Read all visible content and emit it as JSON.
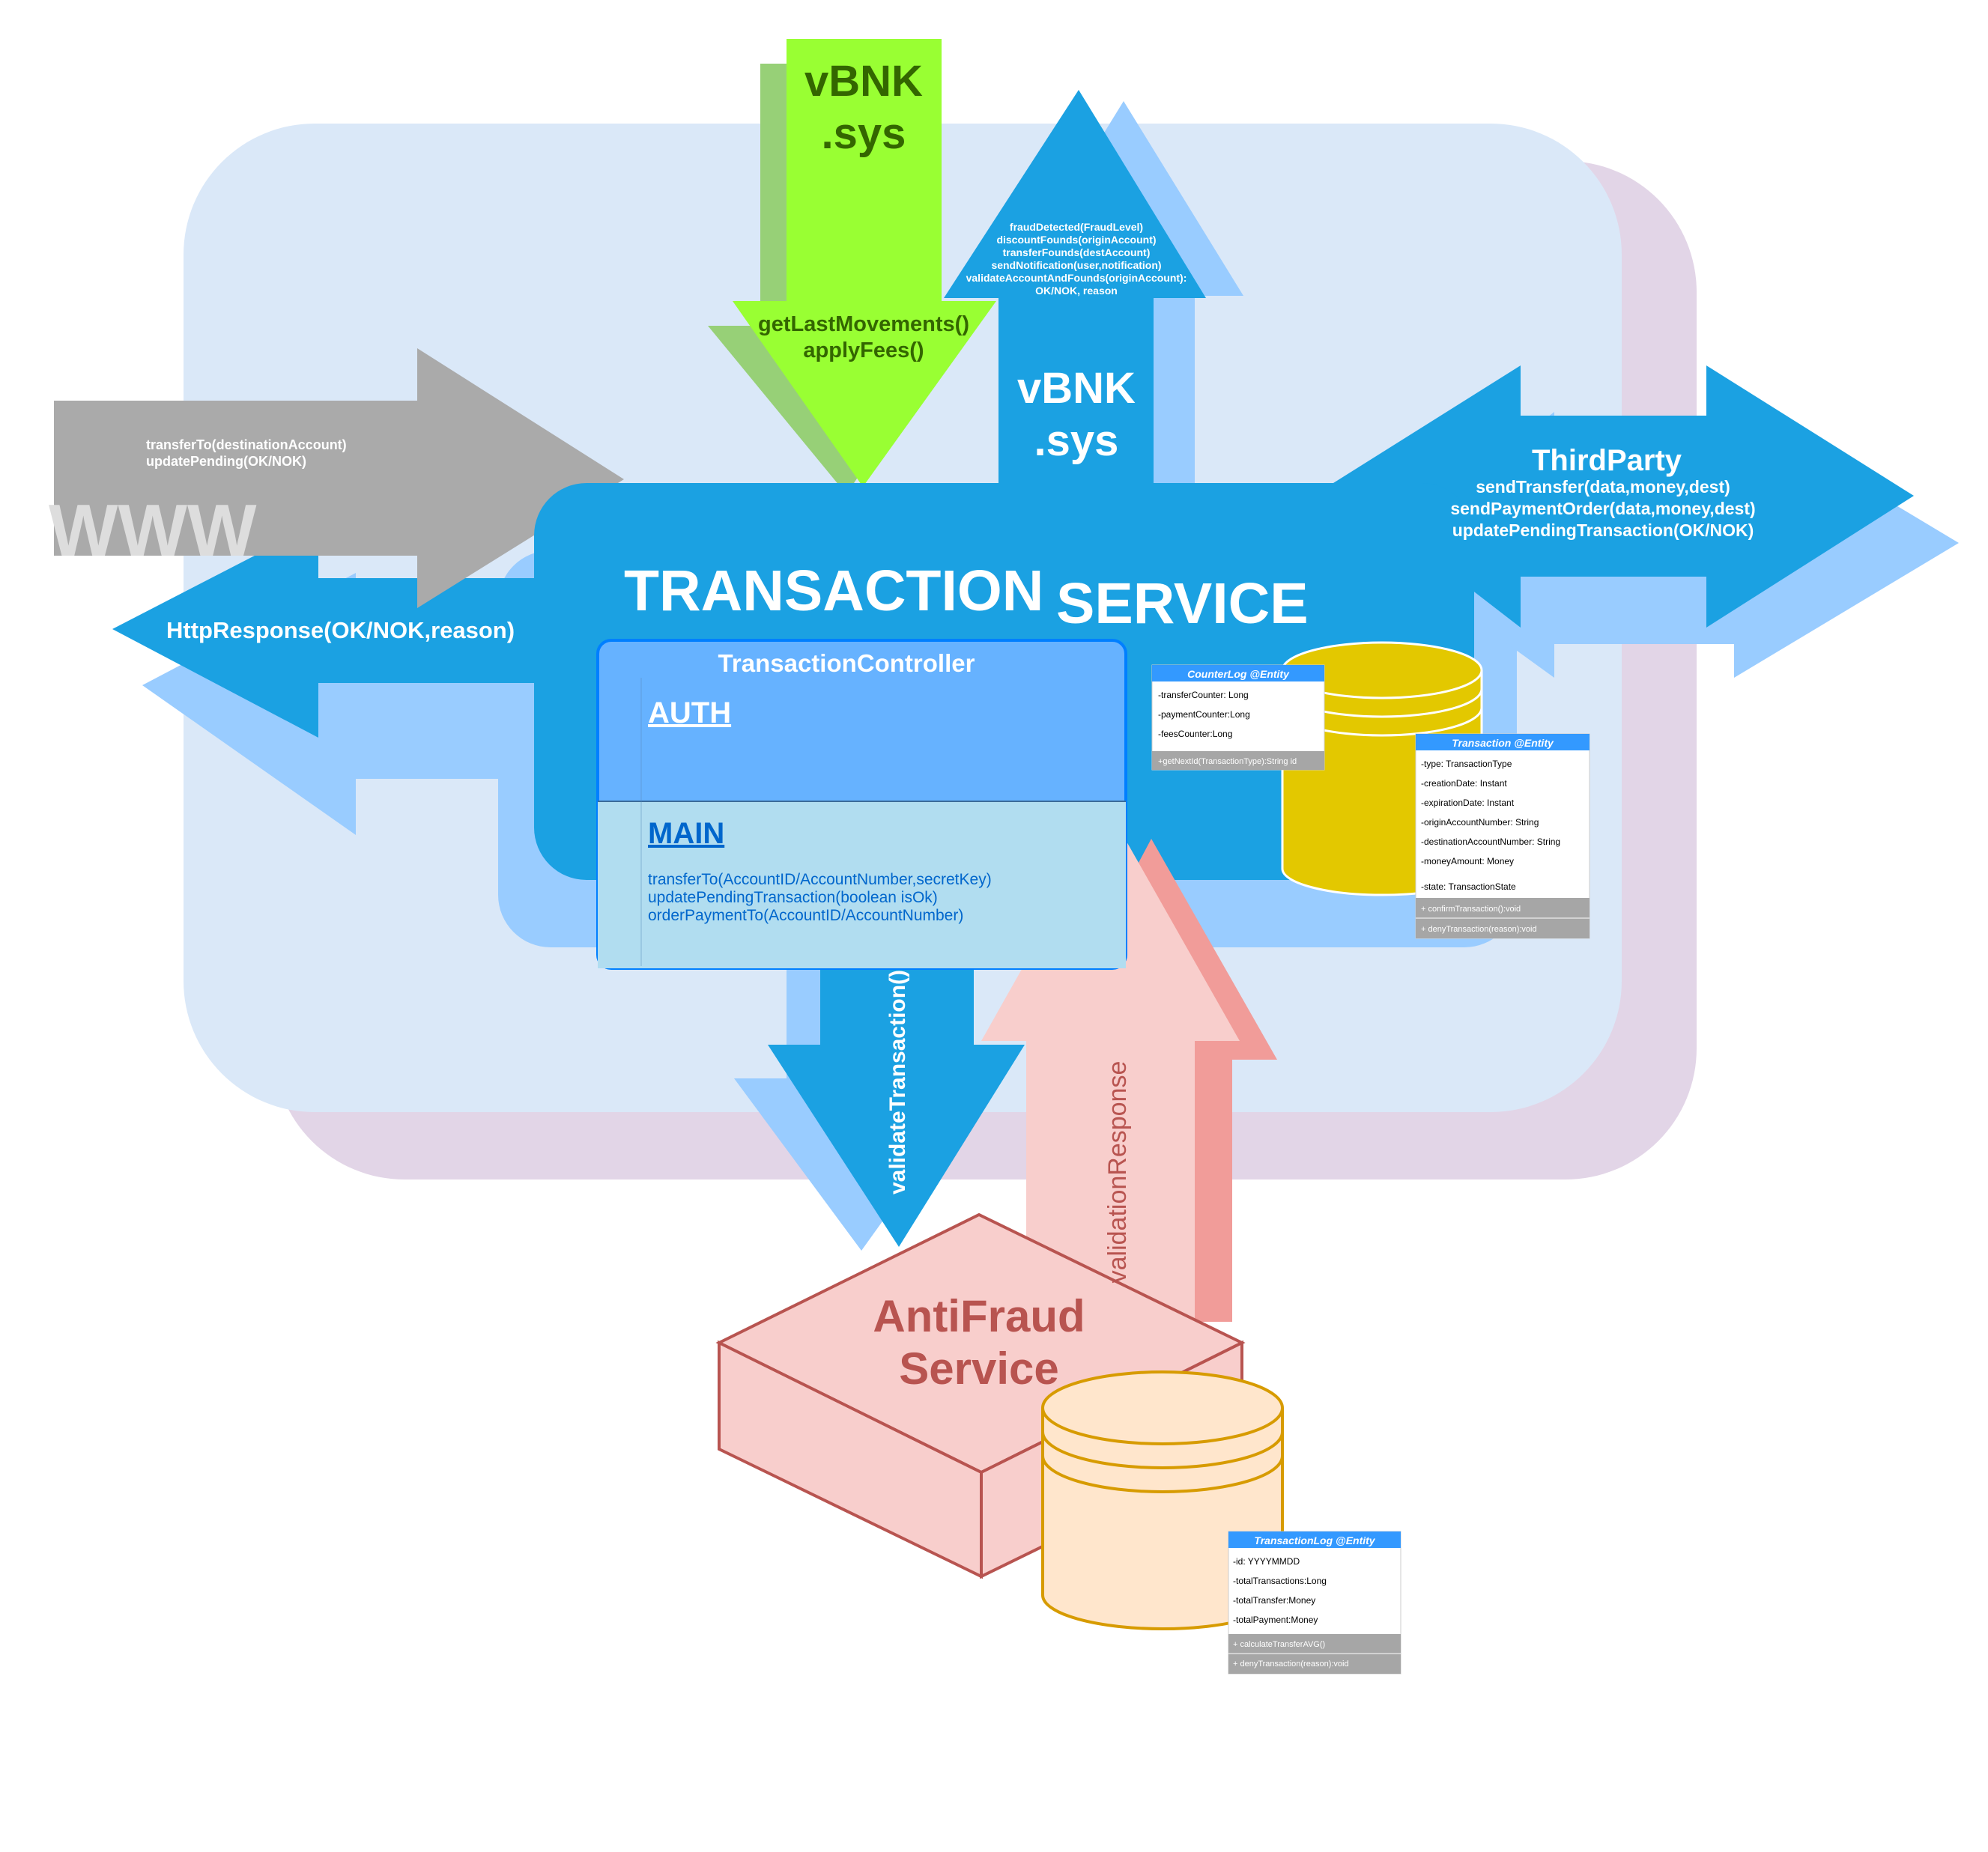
{
  "colors": {
    "panel_blue": "#dae8f8",
    "panel_purple": "#e2d5e7",
    "service_blue": "#1ba1e2",
    "shadow_blue": "#99ccff",
    "www_gray": "#aaaaaa",
    "vbnk_green": "#99ff33",
    "vbnk_green_shadow": "#97d077",
    "antifraud_pink": "#f8cecc",
    "antifraud_border": "#b85450",
    "db_yellow": "#e3c800",
    "db_orange": "#ffe6cc",
    "entity_header": "#3399ff",
    "method_gray": "#a6a6a6"
  },
  "www": {
    "label": "WWW",
    "request_lines": [
      "transferTo(destinationAccount)",
      "updatePending(OK/NOK)"
    ],
    "response": "HttpResponse(OK/NOK,reason)"
  },
  "vbnk_in": {
    "title_line1": "vBNK",
    "title_line2": ".sys",
    "methods": [
      "getLastMovements()",
      "applyFees()"
    ]
  },
  "vbnk_out": {
    "methods": [
      "fraudDetected(FraudLevel)",
      "discountFounds(originAccount)",
      "transferFounds(destAccount)",
      "sendNotification(user,notification)",
      "validateAccountAndFounds(originAccount):",
      "OK/NOK, reason"
    ],
    "title_line1": "vBNK",
    "title_line2": ".sys"
  },
  "third_party": {
    "title": "ThirdParty",
    "methods": [
      "sendTransfer(data,money,dest)",
      "sendPaymentOrder(data,money,dest)",
      "updatePendingTransaction(OK/NOK)"
    ]
  },
  "service": {
    "title_word1": "TRANSACTION",
    "title_word2": "SERVICE"
  },
  "controller": {
    "title": "TransactionController",
    "auth_label": "AUTH",
    "main_label": "MAIN",
    "main_methods": [
      "transferTo(AccountID/AccountNumber,secretKey)",
      "updatePendingTransaction(boolean isOk)",
      "orderPaymentTo(AccountID/AccountNumber)"
    ]
  },
  "counter_log": {
    "header": "CounterLog @Entity",
    "fields": [
      "-transferCounter: Long",
      "-paymentCounter:Long",
      "-feesCounter:Long"
    ],
    "methods": [
      "+getNextId(TransactionType):String id"
    ]
  },
  "transaction_entity": {
    "header": "Transaction @Entity",
    "fields": [
      "-type: TransactionType",
      "-creationDate: Instant",
      "-expirationDate: Instant",
      "-originAccountNumber: String",
      "-destinationAccountNumber: String",
      "-moneyAmount: Money",
      "-state: TransactionState"
    ],
    "methods": [
      "+ confirmTransaction():void",
      "+ denyTransaction(reason):void"
    ]
  },
  "validate": {
    "label": "validateTransaction()"
  },
  "validation_response": {
    "label": "validationResponse"
  },
  "antifraud": {
    "line1": "AntiFraud",
    "line2": "Service"
  },
  "transaction_log": {
    "header": "TransactionLog @Entity",
    "fields": [
      "-id: YYYYMMDD",
      "-totalTransactions:Long",
      "-totalTransfer:Money",
      "-totalPayment:Money"
    ],
    "methods": [
      "+ calculateTransferAVG()",
      "+ denyTransaction(reason):void"
    ]
  }
}
